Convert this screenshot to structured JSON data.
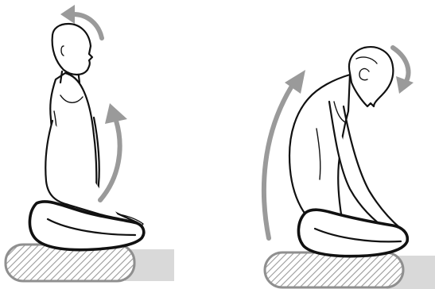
{
  "colors": {
    "arrow": "#9a9a9a",
    "outline": "#111111",
    "cushion_stroke": "#8f8f8f",
    "cushion_hatch": "#9a9a9a",
    "floor_block": "#d9d9d9",
    "background": "#ffffff"
  },
  "figures": [
    {
      "name": "upright-posture",
      "arrows": [
        "head-rotation-arrow",
        "spine-lengthening-arrow"
      ]
    },
    {
      "name": "slumped-posture",
      "arrows": [
        "head-drop-arrow",
        "spine-rounding-arrow"
      ]
    }
  ]
}
